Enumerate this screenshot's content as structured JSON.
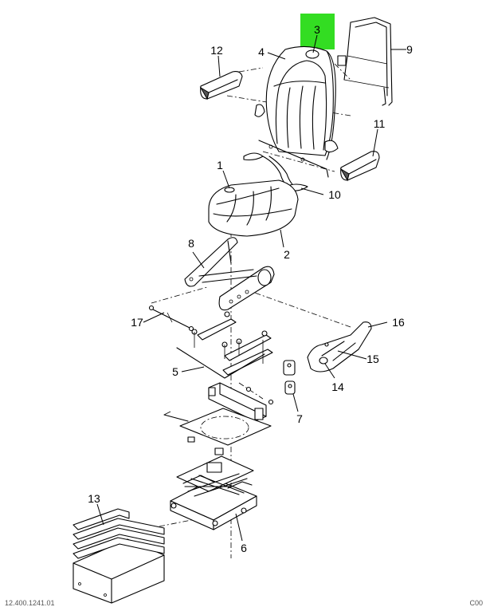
{
  "diagram": {
    "highlight_color": "#33dd22",
    "line_color": "#000000",
    "callouts": [
      {
        "id": "callout-1",
        "label": "1"
      },
      {
        "id": "callout-2",
        "label": "2"
      },
      {
        "id": "callout-3",
        "label": "3"
      },
      {
        "id": "callout-4",
        "label": "4"
      },
      {
        "id": "callout-5",
        "label": "5"
      },
      {
        "id": "callout-6",
        "label": "6"
      },
      {
        "id": "callout-7",
        "label": "7"
      },
      {
        "id": "callout-8",
        "label": "8"
      },
      {
        "id": "callout-9",
        "label": "9"
      },
      {
        "id": "callout-10",
        "label": "10"
      },
      {
        "id": "callout-11",
        "label": "11"
      },
      {
        "id": "callout-12",
        "label": "12"
      },
      {
        "id": "callout-13",
        "label": "13"
      },
      {
        "id": "callout-14",
        "label": "14"
      },
      {
        "id": "callout-15",
        "label": "15"
      },
      {
        "id": "callout-16",
        "label": "16"
      },
      {
        "id": "callout-17",
        "label": "17"
      }
    ],
    "footer_left": "12.400.1241.01",
    "footer_right": "C00"
  }
}
